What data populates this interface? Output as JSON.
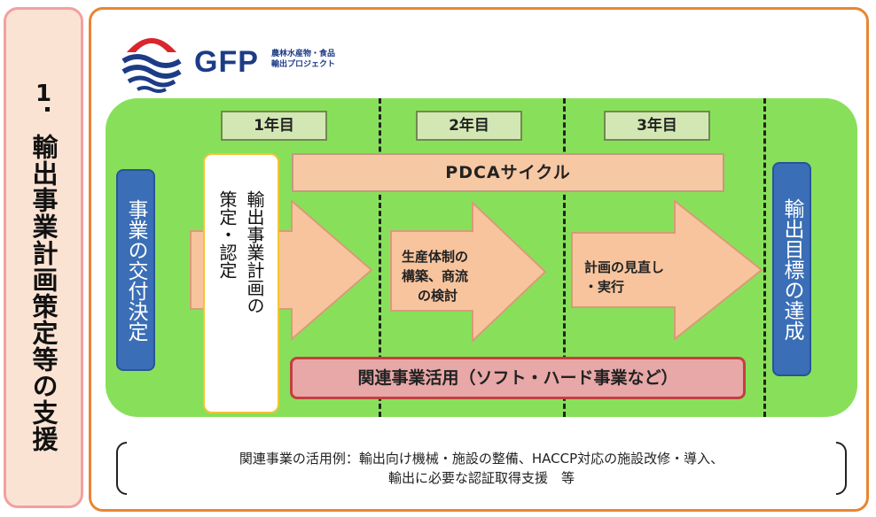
{
  "sidebar": {
    "number": "1",
    "title": "輸出事業計画策定等の支援"
  },
  "logo": {
    "brand": "GFP",
    "sub_line1": "農林水産物・食品",
    "sub_line2": "輸出プロジェクト"
  },
  "diagram": {
    "years": [
      "1年目",
      "2年目",
      "3年目"
    ],
    "pdca_label": "PDCAサイクル",
    "left_box": "事業の交付決定",
    "right_box": "輸出目標の達成",
    "step1": {
      "col1": "輸出事業計画の",
      "col2": "策定・認定"
    },
    "step2": {
      "line1": "生産体制の",
      "line2": "構築、商流",
      "line3": "の検討"
    },
    "step3": {
      "line1": "計画の見直し",
      "line2": "・実行"
    },
    "kanren_label": "関連事業活用（ソフト・ハード事業など）",
    "colors": {
      "green": "#88e05a",
      "blue": "#3a6eb6",
      "arrow": "#f7c49e",
      "frame": "#e88632"
    }
  },
  "note": {
    "line1": "関連事業の活用例：輸出向け機械・施設の整備、HACCP対応の施設改修・導入、",
    "line2": "輸出に必要な認証取得支援　等"
  }
}
